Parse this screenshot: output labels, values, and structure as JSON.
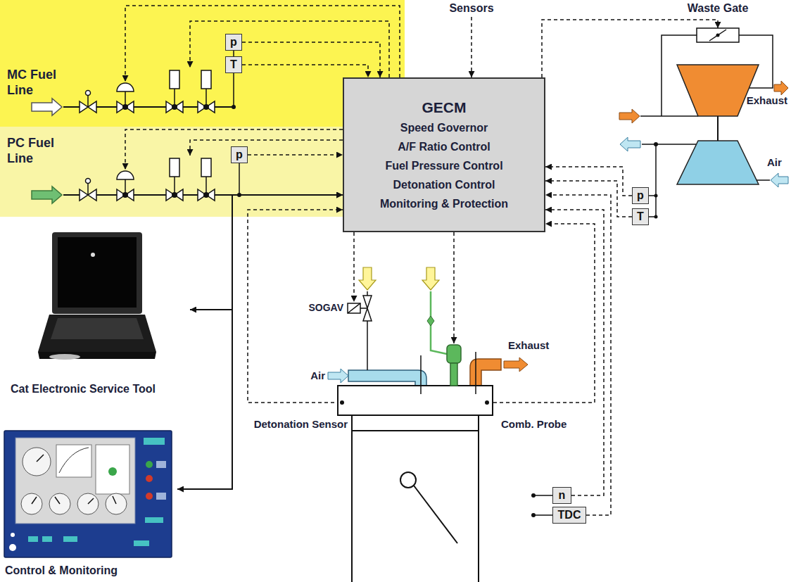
{
  "diagram": {
    "nodes": [
      {
        "text": [
          "MC Fuel Line"
        ]
      },
      {
        "text": [
          "p"
        ],
        "in": 0
      },
      {
        "text": [
          "T"
        ],
        "in": 0
      },
      {
        "text": [
          "PC Fuel Line"
        ]
      },
      {
        "text": [
          "p"
        ],
        "in": 3
      },
      {
        "text": [
          "GECM",
          "Speed Governor",
          "A/F Ratio Control",
          "Fuel Pressure Control",
          "Detonation Control",
          "Monitoring & Protection"
        ]
      },
      {
        "text": [
          "p"
        ]
      },
      {
        "text": [
          "T"
        ]
      },
      {
        "text": [
          "Cat Electronic Service Tool"
        ]
      },
      {
        "text": [
          "n"
        ]
      },
      {
        "text": [
          "TDC"
        ]
      },
      {
        "text": [
          "Control & Monitoring"
        ]
      }
    ],
    "edges": [
      {
        "from": 1,
        "to": 5,
        "arrow": "to"
      },
      {
        "from": 2,
        "to": 5,
        "arrow": "to"
      },
      {
        "from": 4,
        "to": 5,
        "arrow": "to"
      },
      {
        "from": 6,
        "to": 5,
        "arrow": "to"
      },
      {
        "from": 7,
        "to": 5,
        "arrow": "to"
      },
      {
        "from": 9,
        "to": 5,
        "arrow": "to"
      },
      {
        "from": 10,
        "to": 5,
        "arrow": "to"
      },
      {
        "from": 5,
        "to": 8,
        "arrow": "both"
      },
      {
        "from": 5,
        "to": 11,
        "arrow": "both"
      }
    ],
    "labels": [
      "Sensors",
      "Waste Gate",
      "Exhaust",
      "Air",
      "SOGAV",
      "Air",
      "Exhaust",
      "Detonation Sensor",
      "Comb. Probe"
    ]
  }
}
